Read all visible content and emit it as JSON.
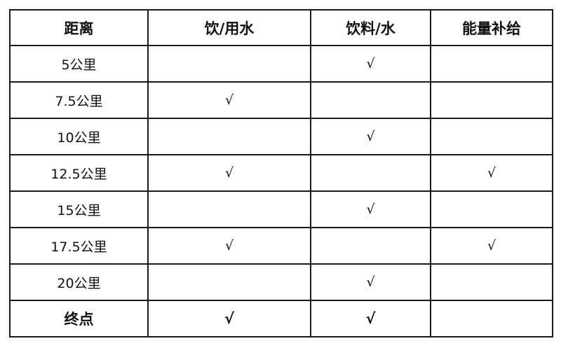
{
  "table": {
    "headers": [
      "距离",
      "饮/用水",
      "饮料/水",
      "能量补给"
    ],
    "rows": [
      [
        "5公里",
        "",
        "√",
        ""
      ],
      [
        "7.5公里",
        "√",
        "",
        ""
      ],
      [
        "10公里",
        "",
        "√",
        ""
      ],
      [
        "12.5公里",
        "√",
        "",
        "√"
      ],
      [
        "15公里",
        "",
        "√",
        ""
      ],
      [
        "17.5公里",
        "√",
        "",
        "√"
      ],
      [
        "20公里",
        "",
        "√",
        ""
      ],
      [
        "终点",
        "√",
        "√",
        ""
      ]
    ]
  }
}
